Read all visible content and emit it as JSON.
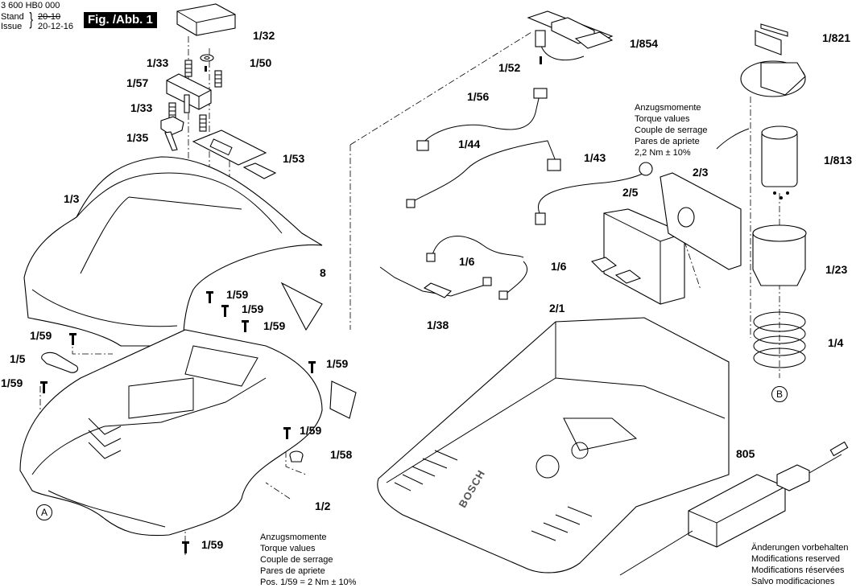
{
  "header": {
    "doc_number": "3 600 HB0 000",
    "stand_label": "Stand",
    "issue_label": "Issue",
    "old_date": "20-10",
    "issue_date": "20-12-16",
    "figure_label": "Fig. /Abb. 1"
  },
  "callouts": [
    {
      "id": "c-1-32",
      "label": "1/32"
    },
    {
      "id": "c-1-33a",
      "label": "1/33"
    },
    {
      "id": "c-1-50",
      "label": "1/50"
    },
    {
      "id": "c-1-57",
      "label": "1/57"
    },
    {
      "id": "c-1-33b",
      "label": "1/33"
    },
    {
      "id": "c-1-35",
      "label": "1/35"
    },
    {
      "id": "c-1-53",
      "label": "1/53"
    },
    {
      "id": "c-1-3",
      "label": "1/3"
    },
    {
      "id": "c-8",
      "label": "8"
    },
    {
      "id": "c-1-59a",
      "label": "1/59"
    },
    {
      "id": "c-1-59b",
      "label": "1/59"
    },
    {
      "id": "c-1-59c",
      "label": "1/59"
    },
    {
      "id": "c-1-59d",
      "label": "1/59"
    },
    {
      "id": "c-1-5",
      "label": "1/5"
    },
    {
      "id": "c-1-59e",
      "label": "1/59"
    },
    {
      "id": "c-1-59f",
      "label": "1/59"
    },
    {
      "id": "c-1-59g",
      "label": "1/59"
    },
    {
      "id": "c-1-58",
      "label": "1/58"
    },
    {
      "id": "c-1-2",
      "label": "1/2"
    },
    {
      "id": "c-1-59h",
      "label": "1/59"
    },
    {
      "id": "c-1-854",
      "label": "1/854"
    },
    {
      "id": "c-1-52",
      "label": "1/52"
    },
    {
      "id": "c-1-56",
      "label": "1/56"
    },
    {
      "id": "c-1-44",
      "label": "1/44"
    },
    {
      "id": "c-1-43",
      "label": "1/43"
    },
    {
      "id": "c-2-5",
      "label": "2/5"
    },
    {
      "id": "c-2-3",
      "label": "2/3"
    },
    {
      "id": "c-1-6a",
      "label": "1/6"
    },
    {
      "id": "c-1-6b",
      "label": "1/6"
    },
    {
      "id": "c-1-38",
      "label": "1/38"
    },
    {
      "id": "c-2-1",
      "label": "2/1"
    },
    {
      "id": "c-1-821",
      "label": "1/821"
    },
    {
      "id": "c-1-813",
      "label": "1/813"
    },
    {
      "id": "c-1-23",
      "label": "1/23"
    },
    {
      "id": "c-1-4",
      "label": "1/4"
    },
    {
      "id": "c-805",
      "label": "805"
    }
  ],
  "markers": {
    "a": "A",
    "b": "B"
  },
  "torque_note_top": {
    "lines": [
      "Anzugsmomente",
      "Torque values",
      "Couple de serrage",
      "Pares de apriete",
      "2,2 Nm  ± 10%"
    ]
  },
  "torque_note_bottom": {
    "lines": [
      "Anzugsmomente",
      "Torque values",
      "Couple de serrage",
      "Pares de apriete",
      "Pos.    1/59 = 2 Nm  ± 10%"
    ]
  },
  "modifications_note": {
    "lines": [
      "Änderungen vorbehalten",
      "Modifications reserved",
      "Modifications réservées",
      "Salvo modificaciones"
    ]
  },
  "base_brand_text": "BOSCH"
}
